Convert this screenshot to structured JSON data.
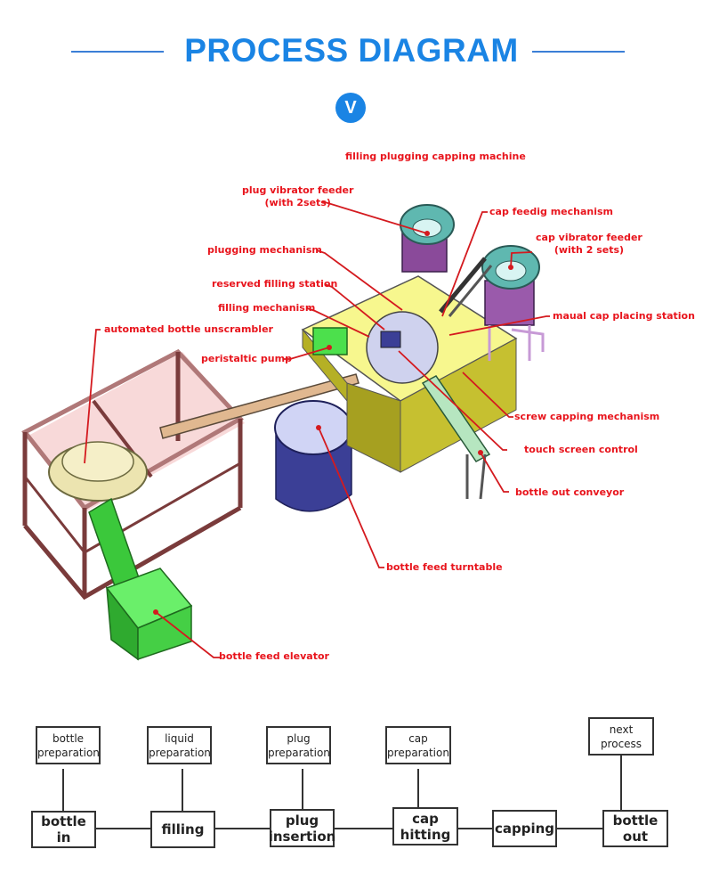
{
  "header": {
    "title": "PROCESS DIAGRAM",
    "badge": "V",
    "accent_color": "#1a84e4"
  },
  "machine_diagram": {
    "title": "filling plugging capping machine",
    "label_color": "#e8141c",
    "labels": {
      "plug_vibrator_feeder_1": "plug vibrator feeder",
      "plug_vibrator_feeder_2": "(with 2sets)",
      "cap_feeding_mechanism": "cap feedig mechanism",
      "cap_vibrator_feeder_1": "cap vibrator feeder",
      "cap_vibrator_feeder_2": "(with 2 sets)",
      "plugging_mechanism": "plugging mechanism",
      "reserved_filling_station": "reserved filling station",
      "filling_mechanism": "filling mechanism",
      "manual_cap_placing_station": "maual cap placing station",
      "automated_bottle_unscrambler": "automated bottle unscrambler",
      "peristaltic_pump": "peristaltic pump",
      "screw_capping_mechanism": "screw capping mechanism",
      "touch_screen_control": "touch screen control",
      "bottle_out_conveyor": "bottle out conveyor",
      "bottle_feed_turntable": "bottle feed turntable",
      "bottle_feed_elevator": "bottle feed elevator"
    }
  },
  "process_flow": {
    "steps": [
      {
        "main": [
          "bottle in"
        ],
        "input": [
          "bottle",
          "preparation"
        ]
      },
      {
        "main": [
          "filling"
        ],
        "input": [
          "liquid",
          "preparation"
        ]
      },
      {
        "main": [
          "plug",
          "insertion"
        ],
        "input": [
          "plug",
          "preparation"
        ]
      },
      {
        "main": [
          "cap",
          "hitting"
        ],
        "input": [
          "cap",
          "preparation"
        ]
      },
      {
        "main": [
          "capping"
        ],
        "input": null
      },
      {
        "main": [
          "bottle out"
        ],
        "output": [
          "next",
          "process"
        ]
      }
    ]
  }
}
